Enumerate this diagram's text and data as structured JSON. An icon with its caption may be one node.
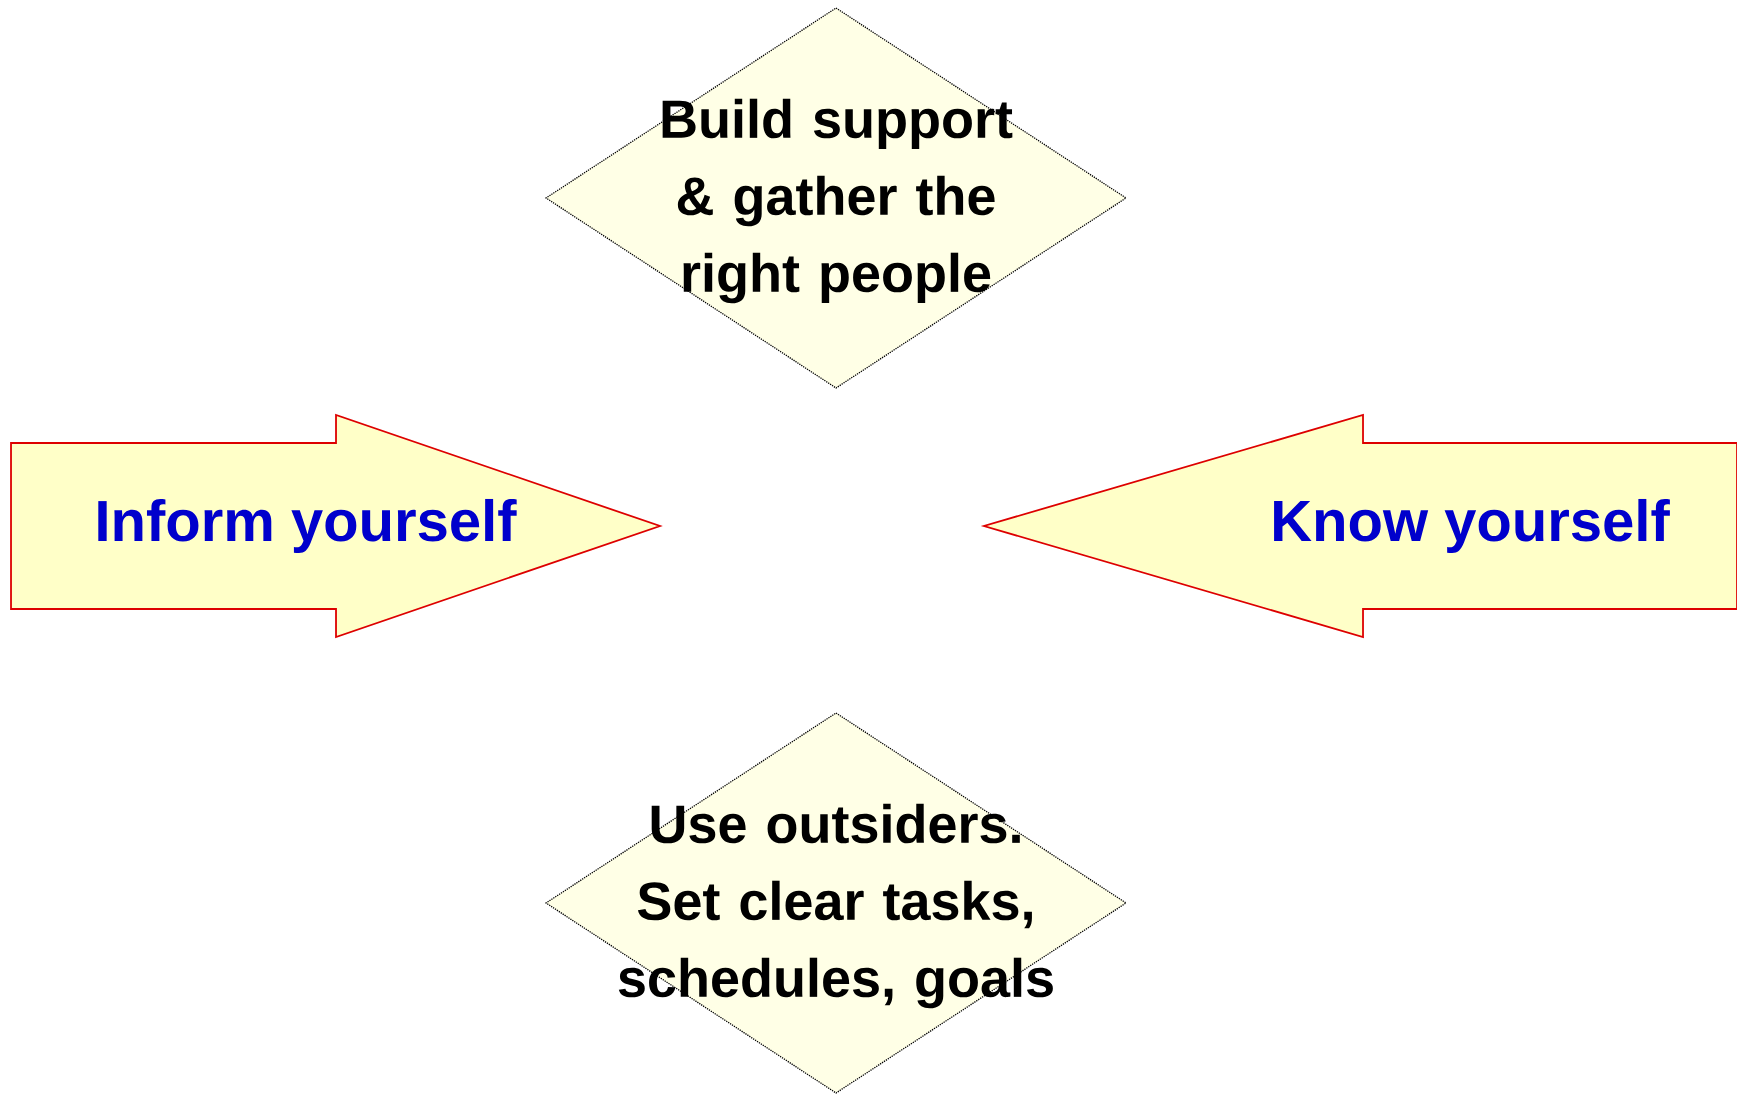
{
  "diagram": {
    "nodes": [
      {
        "text": [
          "Build support & gather the right people"
        ]
      },
      {
        "text": [
          "Inform yourself"
        ]
      },
      {
        "text": [
          "Know yourself"
        ]
      },
      {
        "text": [
          "Use outsiders. Set clear tasks, schedules, goals"
        ]
      }
    ]
  }
}
